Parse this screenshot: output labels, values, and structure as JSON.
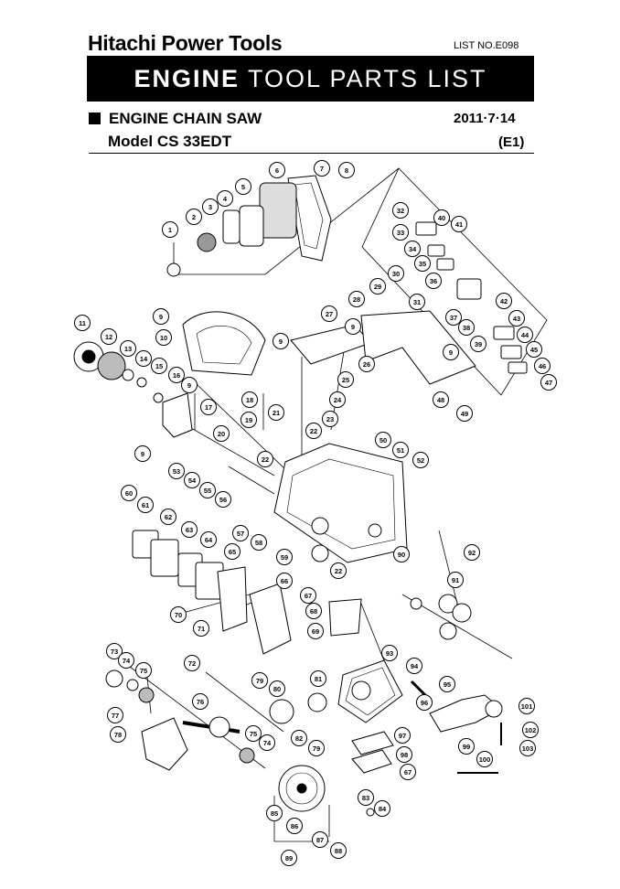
{
  "header": {
    "brand": "Hitachi Power Tools",
    "list_no": "LIST NO.E098",
    "banner_bold": "ENGINE",
    "banner_rest": " TOOL PARTS LIST",
    "section": "ENGINE CHAIN SAW",
    "date": "2011·7·14",
    "model": "Model CS 33EDT",
    "variant": "(E1)"
  },
  "callouts": [
    "1",
    "2",
    "3",
    "4",
    "5",
    "6",
    "7",
    "8",
    "9",
    "9",
    "9",
    "9",
    "9",
    "9",
    "10",
    "11",
    "12",
    "13",
    "14",
    "15",
    "16",
    "17",
    "18",
    "19",
    "20",
    "21",
    "22",
    "22",
    "22",
    "23",
    "24",
    "25",
    "26",
    "27",
    "28",
    "29",
    "30",
    "31",
    "32",
    "33",
    "34",
    "35",
    "36",
    "37",
    "38",
    "39",
    "40",
    "41",
    "42",
    "43",
    "44",
    "45",
    "46",
    "47",
    "48",
    "49",
    "50",
    "51",
    "52",
    "53",
    "54",
    "55",
    "56",
    "57",
    "58",
    "59",
    "60",
    "61",
    "62",
    "63",
    "64",
    "65",
    "66",
    "67",
    "67",
    "68",
    "69",
    "70",
    "71",
    "72",
    "73",
    "74",
    "74",
    "75",
    "75",
    "76",
    "77",
    "78",
    "79",
    "79",
    "80",
    "81",
    "82",
    "83",
    "84",
    "85",
    "86",
    "87",
    "88",
    "89",
    "90",
    "91",
    "92",
    "93",
    "94",
    "95",
    "96",
    "97",
    "98",
    "99",
    "100",
    "101",
    "102",
    "103"
  ]
}
